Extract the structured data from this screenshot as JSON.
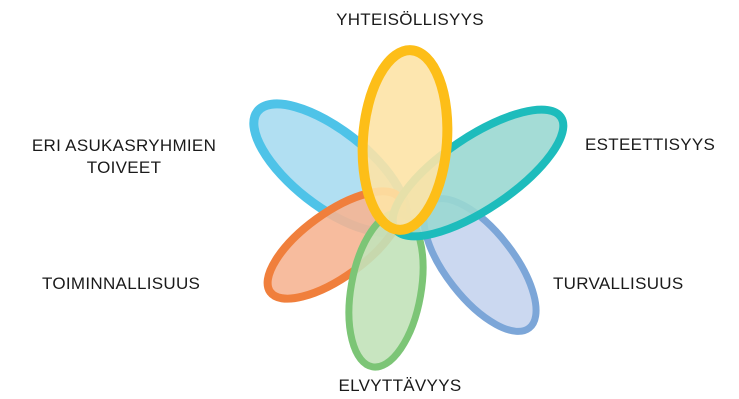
{
  "diagram": {
    "labels": {
      "top": "YHTEISÖLLISYYS",
      "top_left_line1": "ERI ASUKASRYHMIEN",
      "top_left_line2": "TOIVEET",
      "top_right": "ESTEETTISYYS",
      "left": "TOIMINNALLISUUS",
      "right": "TURVALLISUUS",
      "bottom": "ELVYTTÄVYYS"
    },
    "petals": [
      {
        "name": "eri-asukasryhmien-toiveet",
        "color": "#4ec3e8",
        "fill": "#a9dcf1"
      },
      {
        "name": "toiminnallisuus",
        "color": "#f07f3c",
        "fill": "#f6b594"
      },
      {
        "name": "elvyttavyys",
        "color": "#7cc576",
        "fill": "#c2e2b9"
      },
      {
        "name": "turvallisuus",
        "color": "#7ca6d8",
        "fill": "#c5d4ee"
      },
      {
        "name": "esteettisyys",
        "color": "#1dbcbc",
        "fill": "#9ad8d2"
      },
      {
        "name": "yhteisollisyys",
        "color": "#fdbe18",
        "fill": "#fde3a6"
      }
    ]
  }
}
